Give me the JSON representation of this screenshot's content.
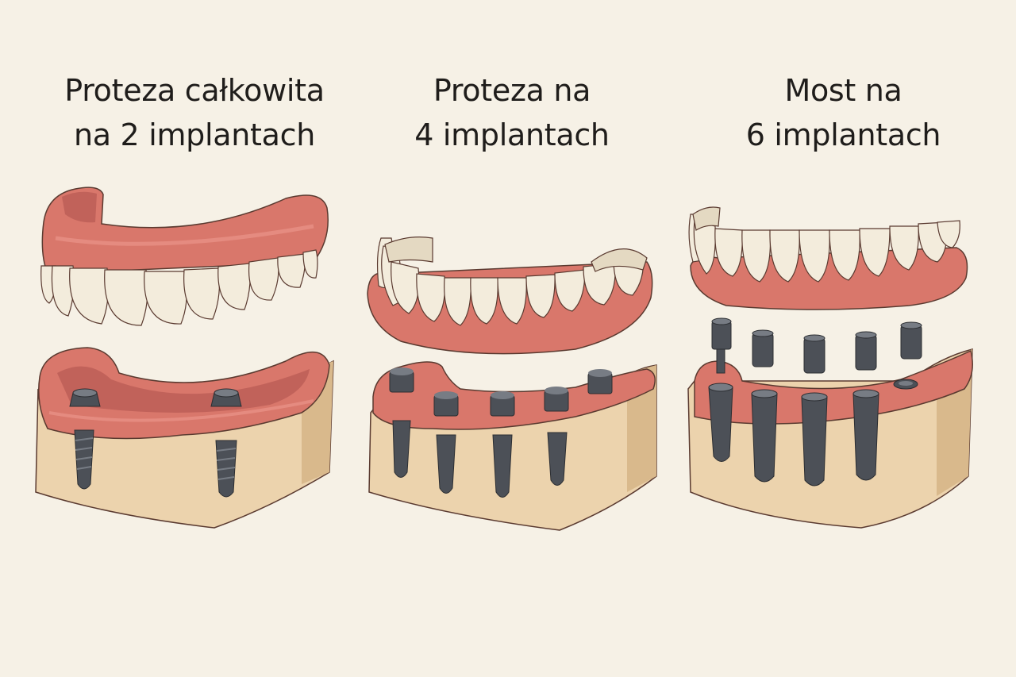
{
  "background_color": "#f6f1e6",
  "colors": {
    "gum": "#d9776b",
    "gum_dark": "#b85a50",
    "gum_highlight": "#ec9a8e",
    "tooth": "#f3ecdc",
    "tooth_shade": "#e4d9c2",
    "bone": "#ecd3ad",
    "bone_dark": "#d9b98c",
    "implant": "#4c5057",
    "implant_light": "#777c84",
    "outline": "#5a3a30",
    "text": "#1f1d1b"
  },
  "panels": [
    {
      "id": "two-implants",
      "title_line1": "Proteza całkowita",
      "title_line2": "na 2 implantach",
      "implant_count": 2,
      "prosthesis": "full upper-style denture (overdenture)"
    },
    {
      "id": "four-implants",
      "title_line1": "Proteza na",
      "title_line2": "4 implantach",
      "implant_count": 4,
      "prosthesis": "lower denture on 5 abutments"
    },
    {
      "id": "six-implants",
      "title_line1": "Most na",
      "title_line2": "6 implantach",
      "implant_count": 6,
      "prosthesis": "fixed bridge with separated abutments"
    }
  ]
}
